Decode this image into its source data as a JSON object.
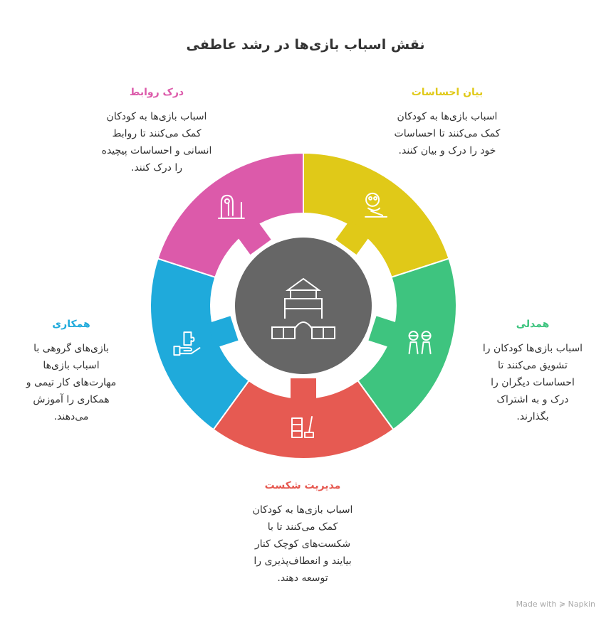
{
  "title": "نقش اسباب بازی‌ها در رشد عاطفی",
  "center_icon": "toy-castle-icon",
  "segments": [
    {
      "key": "expression",
      "title": "بیان احساسات",
      "color": "#e0c918",
      "icon": "toy-dog-icon",
      "lines": [
        "اسباب بازی‌ها به کودکان",
        "کمک می‌کنند تا احساسات",
        "خود را درک و بیان کنند."
      ]
    },
    {
      "key": "empathy",
      "title": "همدلی",
      "color": "#3ec47f",
      "icon": "children-icon",
      "lines": [
        "اسباب بازی‌ها کودکان را",
        "تشویق می‌کنند تا",
        "احساسات دیگران را",
        "درک و به اشتراک",
        "بگذارند."
      ]
    },
    {
      "key": "failure",
      "title": "مدیریت شکست",
      "color": "#e65a52",
      "icon": "blocks-hammer-icon",
      "lines": [
        "اسباب بازی‌ها به کودکان",
        "کمک می‌کنند تا با",
        "شکست‌های کوچک کنار",
        "بیایند و انعطاف‌پذیری را",
        "توسعه دهند."
      ]
    },
    {
      "key": "cooperation",
      "title": "همکاری",
      "color": "#1faadb",
      "icon": "hand-puzzle-icon",
      "lines": [
        "بازی‌های گروهی با",
        "اسباب بازی‌ها",
        "مهارت‌های کار تیمی و",
        "همکاری را آموزش",
        "می‌دهند."
      ]
    },
    {
      "key": "relationships",
      "title": "درک روابط",
      "color": "#dc5aaa",
      "icon": "bead-maze-icon",
      "lines": [
        "اسباب بازی‌ها به کودکان",
        "کمک می‌کنند تا روابط",
        "انسانی و احساسات پیچیده",
        "را درک کنند."
      ]
    }
  ],
  "footer": "Made with ≽ Napkin"
}
